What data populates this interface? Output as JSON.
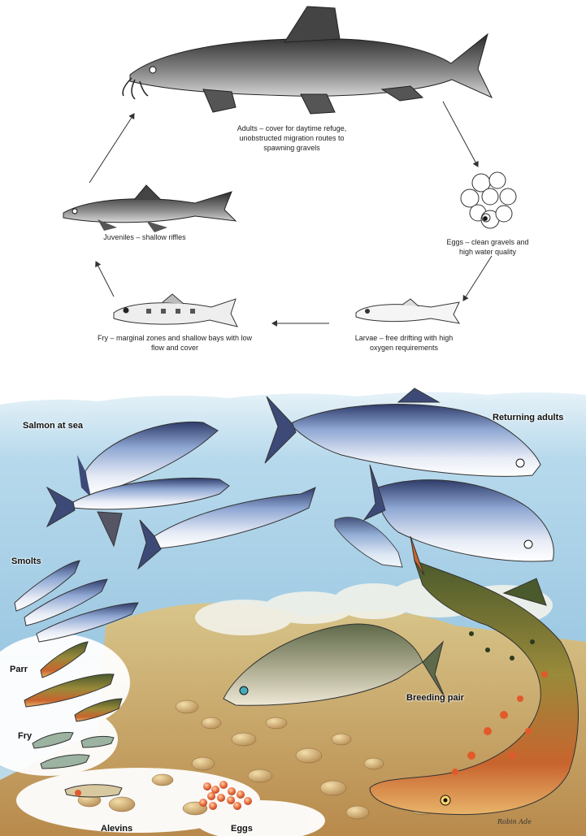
{
  "cycle_top": {
    "adults": "Adults – cover for daytime refuge, unobstructed migration routes to spawning gravels",
    "eggs": "Eggs – clean gravels and high water quality",
    "larvae": "Larvae – free drifting with high oxygen requirements",
    "fry": "Fry – marginal zones and shallow bays with low flow and cover",
    "juveniles": "Juveniles – shallow riffles"
  },
  "salmon_panel": {
    "salmon_at_sea": "Salmon at sea",
    "returning_adults": "Returning adults",
    "smolts": "Smolts",
    "parr": "Parr",
    "fry": "Fry",
    "breeding_pair": "Breeding pair",
    "alevins": "Alevins",
    "eggs": "Eggs",
    "signature": "Robin Ade"
  },
  "colors": {
    "water": "#a9cfe6",
    "gravel": "#c9a569",
    "salmon_blue": "#8fa7d3",
    "trout_red": "#c8642e"
  }
}
